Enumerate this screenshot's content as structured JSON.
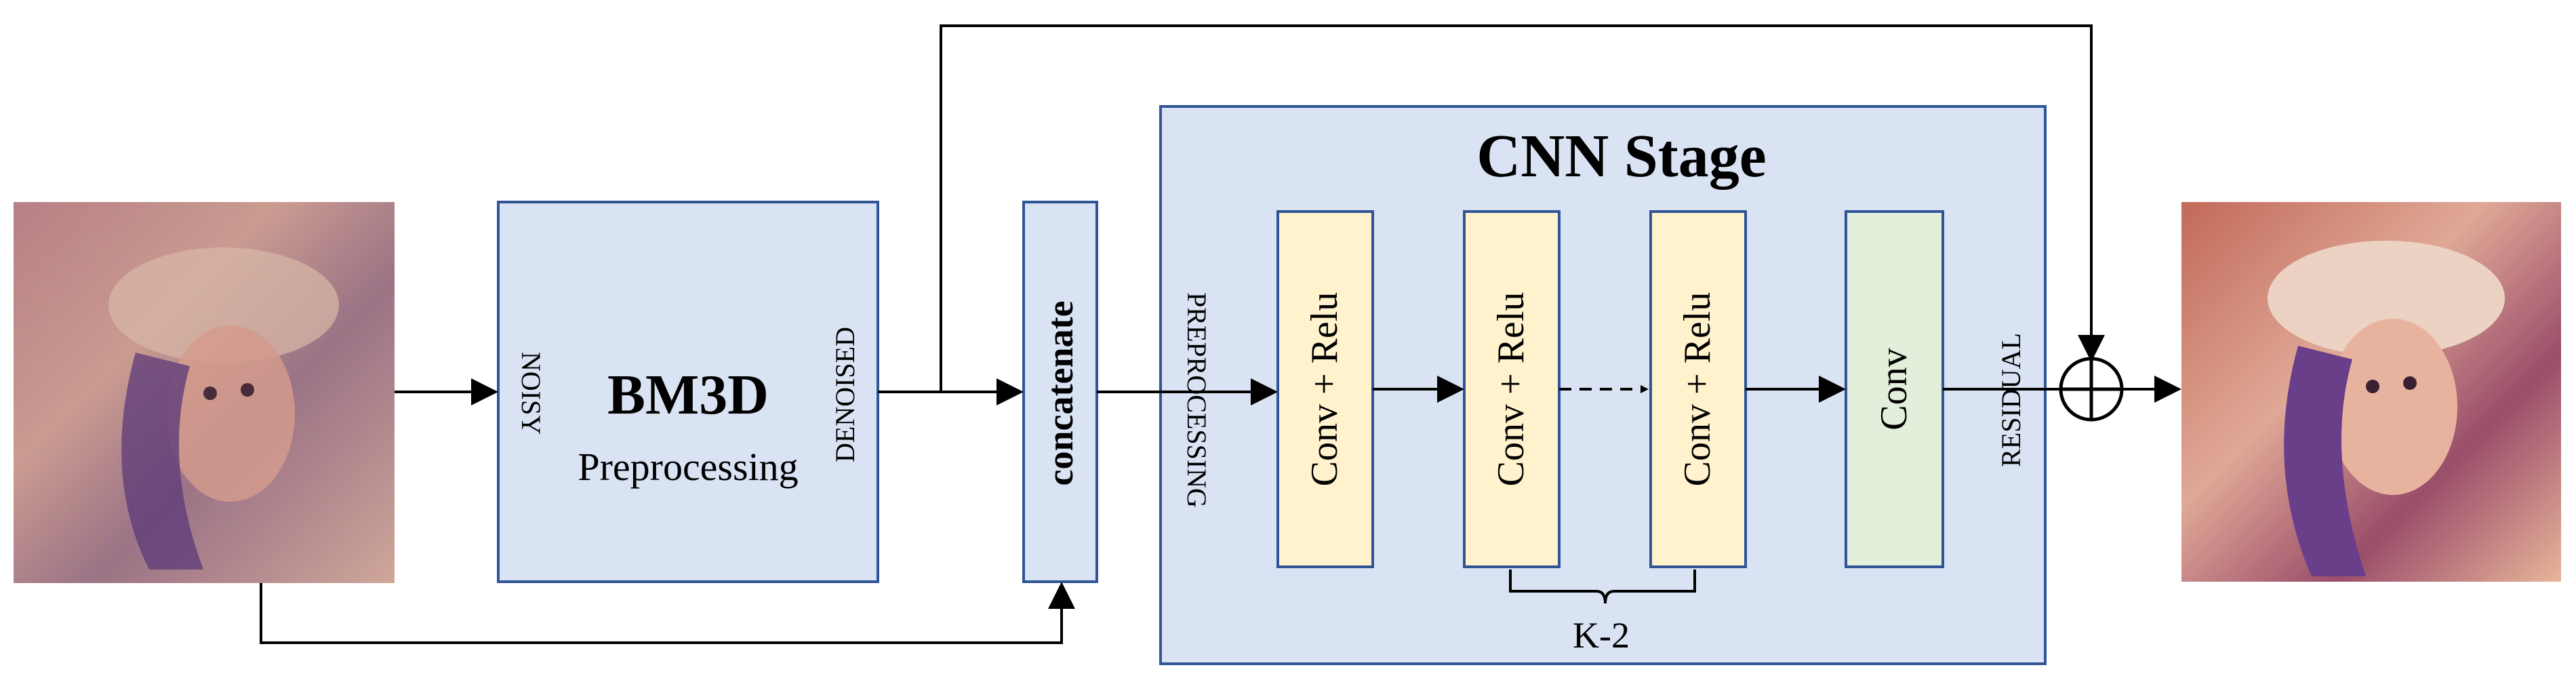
{
  "cnn_stage": {
    "title": "CNN Stage"
  },
  "bm3d": {
    "title": "BM3D",
    "subtitle": "Preprocessing",
    "input_label": "NOISY",
    "output_label": "DENOISED"
  },
  "concat": {
    "label": "concatenate"
  },
  "preprocessing_label": "PREPROCESSING",
  "residual_label": "RESIDUAL",
  "conv_blocks": [
    "Conv + Relu",
    "Conv + Relu",
    "Conv + Relu",
    "Conv"
  ],
  "brace_label": "K-2",
  "colors": {
    "blue_fill": "#dae3f3",
    "yellow_fill": "#fff2cc",
    "green_fill": "#e2efda",
    "border": "#2f5597"
  },
  "images": {
    "input": "noisy-portrait",
    "output": "denoised-portrait"
  }
}
